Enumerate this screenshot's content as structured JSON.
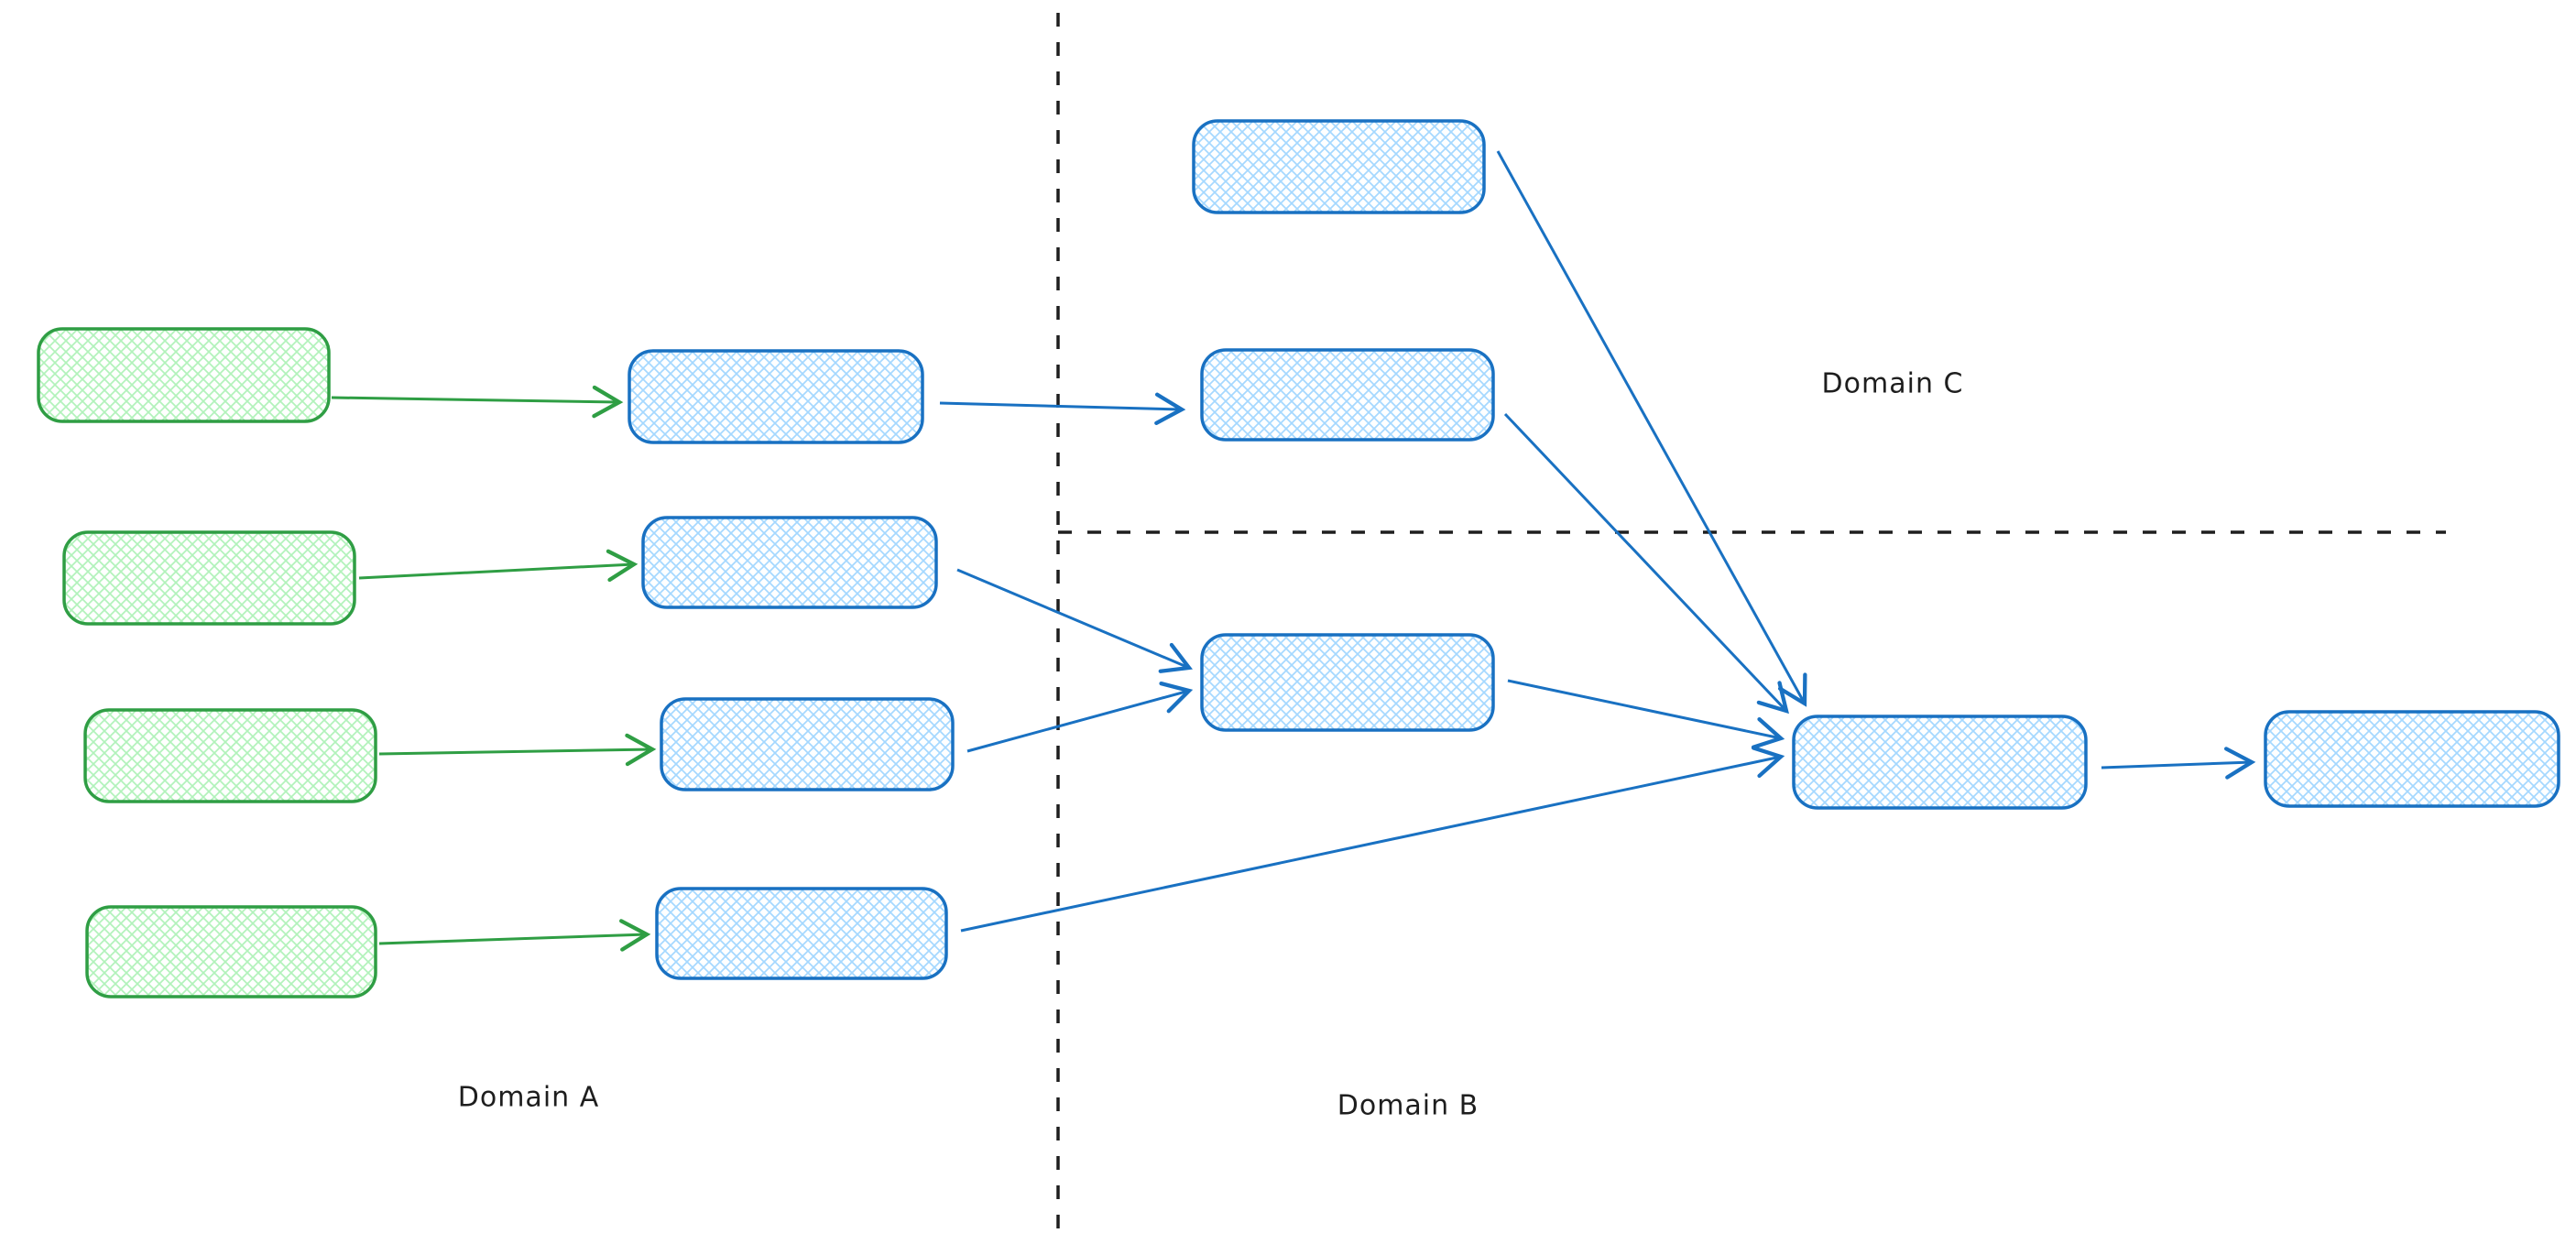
{
  "diagram": {
    "title": "",
    "labels": {
      "domain_a": "Domain A",
      "domain_b": "Domain B",
      "domain_c": "Domain C"
    },
    "colors": {
      "background": "#ffffff",
      "line": "#1e1e1e",
      "green_stroke": "#2f9e44",
      "green_fill": "#b2f2bb",
      "blue_stroke": "#1971c2",
      "blue_fill": "#a5d8ff"
    },
    "nodes": [
      {
        "id": "a-input-1",
        "domain": "A",
        "color": "green",
        "label": ""
      },
      {
        "id": "a-input-2",
        "domain": "A",
        "color": "green",
        "label": ""
      },
      {
        "id": "a-input-3",
        "domain": "A",
        "color": "green",
        "label": ""
      },
      {
        "id": "a-input-4",
        "domain": "A",
        "color": "green",
        "label": ""
      },
      {
        "id": "a-stage-1",
        "domain": "A",
        "color": "blue",
        "label": ""
      },
      {
        "id": "a-stage-2",
        "domain": "A",
        "color": "blue",
        "label": ""
      },
      {
        "id": "a-stage-3",
        "domain": "A",
        "color": "blue",
        "label": ""
      },
      {
        "id": "a-stage-4",
        "domain": "A",
        "color": "blue",
        "label": ""
      },
      {
        "id": "c-upper",
        "domain": "C",
        "color": "blue",
        "label": ""
      },
      {
        "id": "c-lower",
        "domain": "C",
        "color": "blue",
        "label": ""
      },
      {
        "id": "b-merge-1",
        "domain": "B",
        "color": "blue",
        "label": ""
      },
      {
        "id": "b-merge-2",
        "domain": "B",
        "color": "blue",
        "label": ""
      },
      {
        "id": "b-output",
        "domain": "B",
        "color": "blue",
        "label": ""
      }
    ],
    "edges": [
      {
        "from": "a-input-1",
        "to": "a-stage-1",
        "color": "green"
      },
      {
        "from": "a-input-2",
        "to": "a-stage-2",
        "color": "green"
      },
      {
        "from": "a-input-3",
        "to": "a-stage-3",
        "color": "green"
      },
      {
        "from": "a-input-4",
        "to": "a-stage-4",
        "color": "green"
      },
      {
        "from": "a-stage-1",
        "to": "c-lower",
        "color": "blue"
      },
      {
        "from": "a-stage-2",
        "to": "b-merge-1",
        "color": "blue"
      },
      {
        "from": "a-stage-3",
        "to": "b-merge-1",
        "color": "blue"
      },
      {
        "from": "a-stage-4",
        "to": "b-merge-2",
        "color": "blue"
      },
      {
        "from": "c-upper",
        "to": "b-merge-2",
        "color": "blue"
      },
      {
        "from": "c-lower",
        "to": "b-merge-2",
        "color": "blue"
      },
      {
        "from": "b-merge-1",
        "to": "b-merge-2",
        "color": "blue"
      },
      {
        "from": "b-merge-2",
        "to": "b-output",
        "color": "blue"
      }
    ],
    "boundaries": [
      {
        "id": "vertical-divider",
        "separates": "Domain A | Domain B/C"
      },
      {
        "id": "horizontal-divider",
        "separates": "Domain C | Domain B"
      }
    ]
  }
}
